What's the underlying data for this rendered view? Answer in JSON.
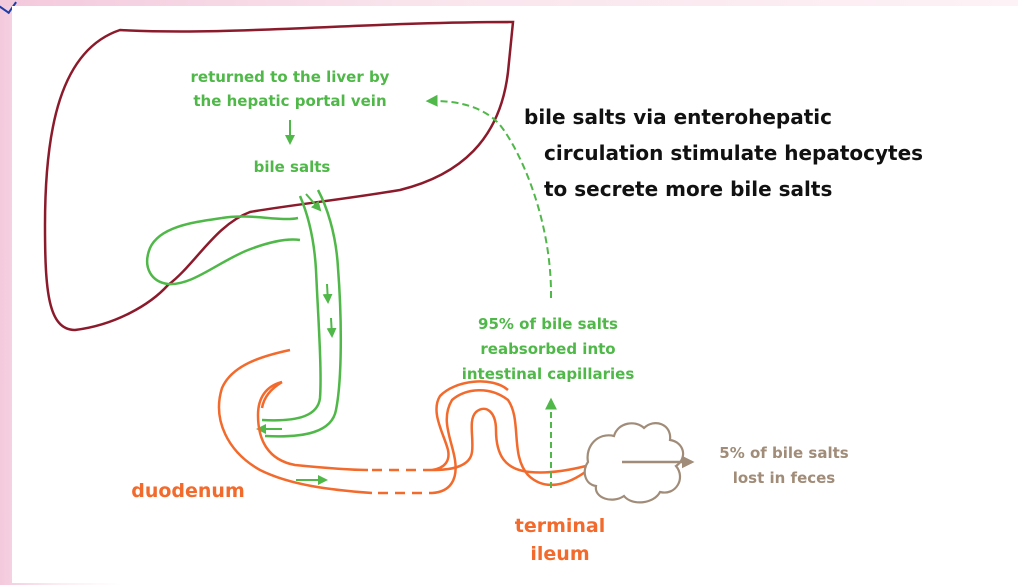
{
  "colors": {
    "liver": "#8b1a2b",
    "bile": "#4fb848",
    "intestine": "#f26a2c",
    "feces": "#a08c78",
    "text": "#111111"
  },
  "labels": {
    "liver_return_line1": "returned to the liver by",
    "liver_return_line2": "the hepatic portal vein",
    "bile_salts": "bile salts",
    "stimulate_line1": "bile salts via enterohepatic",
    "stimulate_line2": "circulation stimulate hepatocytes",
    "stimulate_line3": "to secrete more bile salts",
    "reabsorbed_line1": "95% of bile salts",
    "reabsorbed_line2": "reabsorbed into",
    "reabsorbed_line3": "intestinal capillaries",
    "lost_line1": "5% of bile salts",
    "lost_line2": "lost in feces",
    "duodenum": "duodenum",
    "terminal_line1": "terminal",
    "terminal_line2": "ileum"
  }
}
